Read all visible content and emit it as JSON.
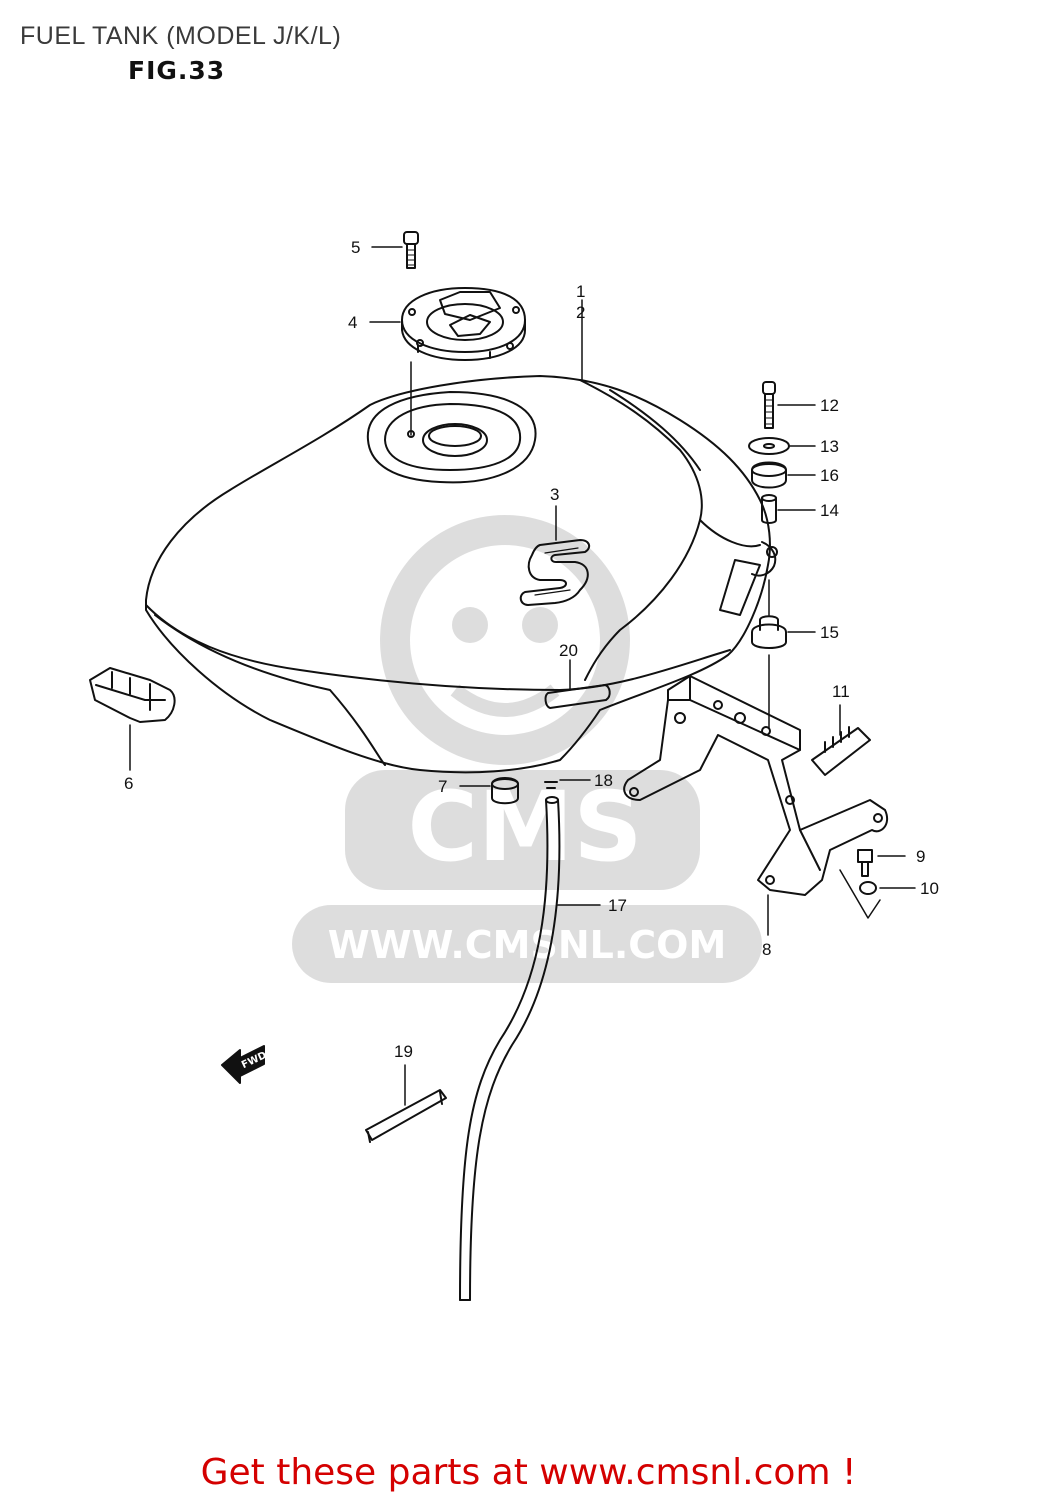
{
  "title": "FUEL TANK (MODEL J/K/L)",
  "figure": "FIG.33",
  "watermark": {
    "brand": "CMS",
    "url": "WWW.CMSNL.COM"
  },
  "fwd_label": "FWD",
  "emblem_letter": "S",
  "callouts": {
    "c1": "1",
    "c2": "2",
    "c3": "3",
    "c4": "4",
    "c5": "5",
    "c6": "6",
    "c7": "7",
    "c8": "8",
    "c9": "9",
    "c10": "10",
    "c11": "11",
    "c12": "12",
    "c13": "13",
    "c14": "14",
    "c15": "15",
    "c16": "16",
    "c17": "17",
    "c18": "18",
    "c19": "19",
    "c20": "20"
  },
  "footer_link": "Get these parts at www.cmsnl.com !"
}
